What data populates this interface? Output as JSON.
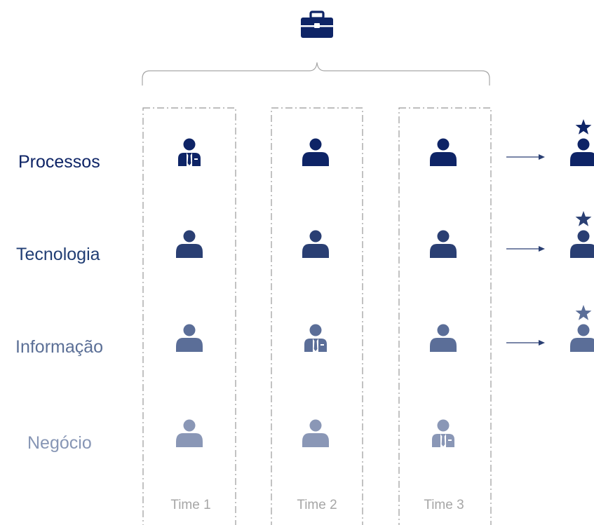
{
  "header": {
    "icon": "briefcase-icon"
  },
  "rows": [
    {
      "label": "Processos",
      "color": "#0e2466"
    },
    {
      "label": "Tecnologia",
      "color": "#213e74"
    },
    {
      "label": "Informação",
      "color": "#5b6f96"
    },
    {
      "label": "Negócio",
      "color": "#8796b5"
    }
  ],
  "teams": [
    {
      "label": "Time 1",
      "leader_row": 0
    },
    {
      "label": "Time 2",
      "leader_row": 2
    },
    {
      "label": "Time 3",
      "leader_row": 3
    }
  ],
  "person_colors": [
    "#0e2466",
    "#2a3f73",
    "#5b6e98",
    "#8a97b6"
  ],
  "outcome": {
    "icon": "star-person-icon",
    "rows": [
      0,
      1,
      2
    ],
    "colors": [
      "#0e2466",
      "#2a3f73",
      "#5b6e98"
    ]
  },
  "colors": {
    "accent": "#0e2466",
    "border": "#999999",
    "team_label": "#a6a6a6"
  }
}
